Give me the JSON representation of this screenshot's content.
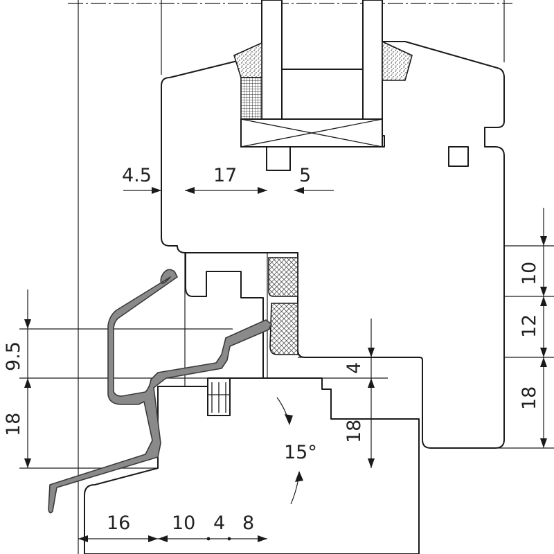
{
  "dimensions": {
    "d_4_5": "4.5",
    "d_17": "17",
    "d_5": "5",
    "d_10_right": "10",
    "d_12_right": "12",
    "d_18_right": "18",
    "d_9_5_left": "9.5",
    "d_18_left": "18",
    "d_4_mid": "4",
    "d_18_mid": "18",
    "angle": "15°",
    "d_16_bottom": "16",
    "d_10_bottom": "10",
    "d_4_bottom": "4",
    "d_8_bottom": "8"
  }
}
